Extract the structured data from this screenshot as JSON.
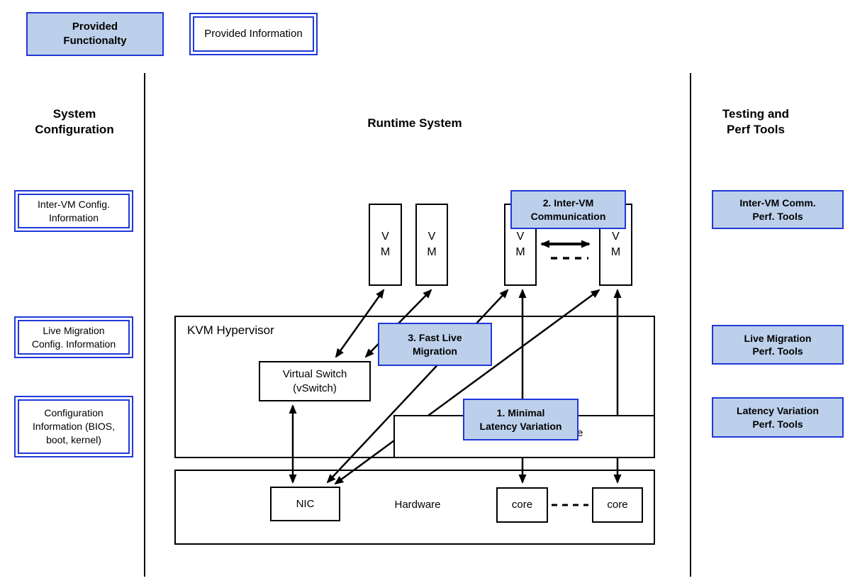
{
  "legend": {
    "functionality_label": "Provided\nFunctionalty",
    "information_label": "Provided Information"
  },
  "columns": {
    "left_header": "System\nConfiguration",
    "center_header": "Runtime System",
    "right_header": "Testing and\nPerf Tools"
  },
  "system_configuration": {
    "items": [
      {
        "label": "Inter-VM Config.\nInformation"
      },
      {
        "label": "Live Migration\nConfig. Information"
      },
      {
        "label": "Configuration\nInformation (BIOS,\nboot, kernel)"
      }
    ]
  },
  "testing_tools": {
    "items": [
      {
        "label": "Inter-VM Comm.\nPerf. Tools"
      },
      {
        "label": "Live Migration\nPerf. Tools"
      },
      {
        "label": "Latency Variation\nPerf. Tools"
      }
    ]
  },
  "runtime_system": {
    "vm_label": "V\nM",
    "hypervisor_label": "KVM Hypervisor",
    "vswitch_label": "Virtual Switch\n(vSwitch)",
    "inner_box_visible_fragment": "e",
    "hardware_label": "Hardware",
    "nic_label": "NIC",
    "core_label": "core",
    "callouts": [
      {
        "label": "1. Minimal\nLatency Variation"
      },
      {
        "label": "2. Inter-VM\nCommunication"
      },
      {
        "label": "3. Fast Live\nMigration"
      }
    ]
  },
  "colors": {
    "highlight_fill": "#bdd0eb",
    "highlight_border": "#2038d8",
    "line": "#000000"
  }
}
